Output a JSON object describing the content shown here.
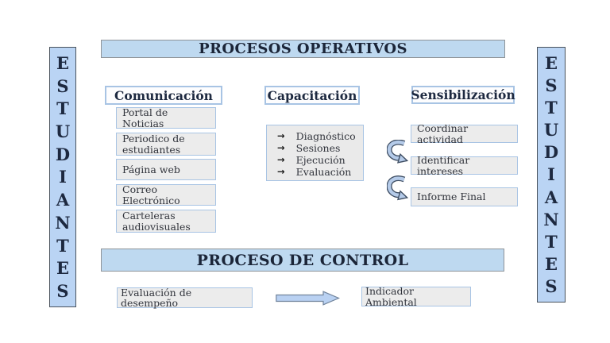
{
  "title_bands": {
    "operativos": "PROCESOS OPERATIVOS",
    "control": "PROCESO DE CONTROL"
  },
  "side_bars": {
    "word": "ESTUDIANTES",
    "letters": [
      "E",
      "S",
      "T",
      "U",
      "D",
      "I",
      "A",
      "N",
      "T",
      "E",
      "S"
    ]
  },
  "columns": [
    {
      "title": "Comunicación",
      "items": [
        "Portal de Noticias",
        "Periodico de estudiantes",
        "Página web",
        "Correo Electrónico",
        "Carteleras audiovisuales"
      ]
    },
    {
      "title": "Capacitación",
      "bullet": "→",
      "steps": [
        "Diagnóstico",
        "Sesiones",
        "Ejecución",
        "Evaluación"
      ]
    },
    {
      "title": "Sensibilización",
      "items": [
        "Coordinar actividad",
        "Identificar intereses",
        "Informe Final"
      ]
    }
  ],
  "control_row": {
    "source": "Evaluación de desempeño",
    "target": "Indicador Ambiental"
  },
  "icons": {
    "step_bullet": "arrow-right",
    "sequence_connector": "curved-arrow",
    "flow_connector": "block-right-arrow"
  },
  "colors": {
    "band_fill": "#bed9f0",
    "band_border": "#8f9499",
    "sidebar_fill": "#bad4f4",
    "sidebar_border": "#49525c",
    "box_border": "#a8c4e4",
    "item_fill": "#ececec",
    "ink": "#1d2940",
    "arrow_fill": "#b5cbe9",
    "arrow_stroke": "#3f4e63"
  }
}
